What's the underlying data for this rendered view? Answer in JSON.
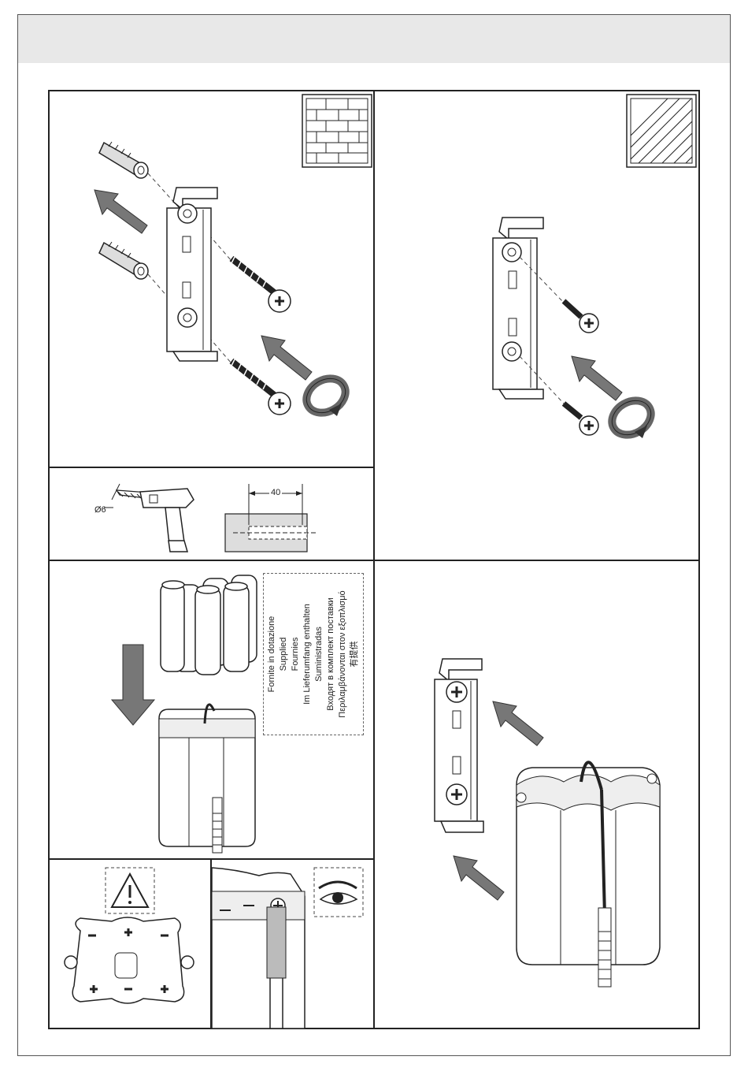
{
  "drill": {
    "diameter_label": "Ø6",
    "depth_label": "40"
  },
  "supplied": {
    "lines": [
      "Fornite in dotazione",
      "Supplied",
      "Fournies",
      "Im Lieferumfang enthalten",
      "Suministradas",
      "Входят в комплект поставки",
      "Περιλαμβάνονται στον εξοπλισμό",
      "有提供"
    ]
  },
  "icons": {
    "brick_wall": "brick-wall-icon",
    "hatched_wall": "hatched-wall-icon",
    "warning": "warning-triangle-icon",
    "eye": "eye-icon"
  },
  "colors": {
    "header_band": "#e8e8e8",
    "line": "#222222",
    "arrow": "#777777"
  }
}
